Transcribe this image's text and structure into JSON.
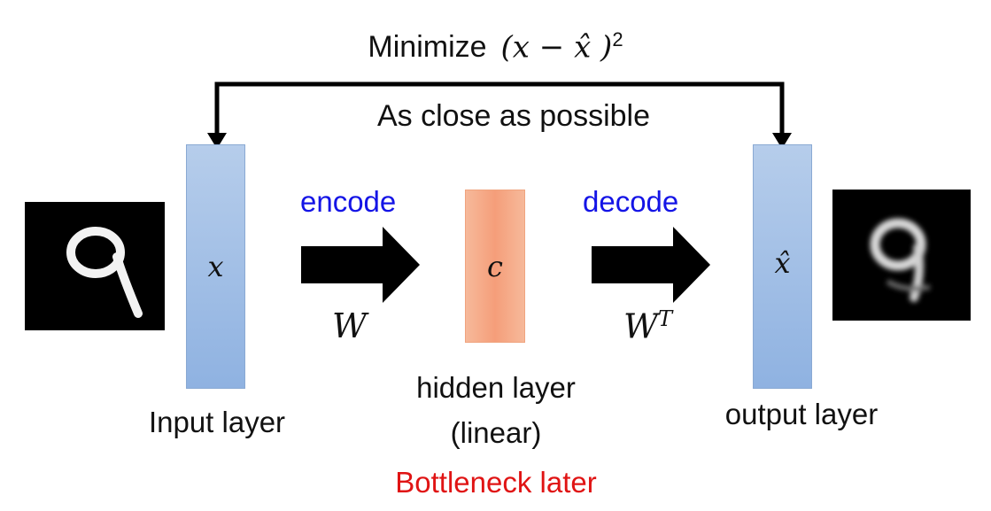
{
  "header": {
    "minimize_word": "Minimize",
    "formula": "(x − x̂ )",
    "exponent": "2",
    "subtitle": "As close as possible"
  },
  "layers": {
    "input_symbol": "x",
    "hidden_symbol": "c",
    "output_symbol": "x̂",
    "input_caption": "Input layer",
    "hidden_caption_line1": "hidden layer",
    "hidden_caption_line2": "(linear)",
    "output_caption": "output layer"
  },
  "arrows": {
    "encode_label": "encode",
    "decode_label": "decode",
    "encode_weight": "W",
    "decode_weight_base": "W",
    "decode_weight_sup": "T"
  },
  "note": {
    "bottleneck": "Bottleneck later"
  },
  "colors": {
    "label_blue": "#1414e6",
    "note_red": "#e01414",
    "bar_blue": "#9dbde6",
    "hidden_orange": "#f5a882"
  },
  "images": {
    "input_digit_icon": "digit-9-icon",
    "output_digit_icon": "blurry-digit-9-icon"
  }
}
